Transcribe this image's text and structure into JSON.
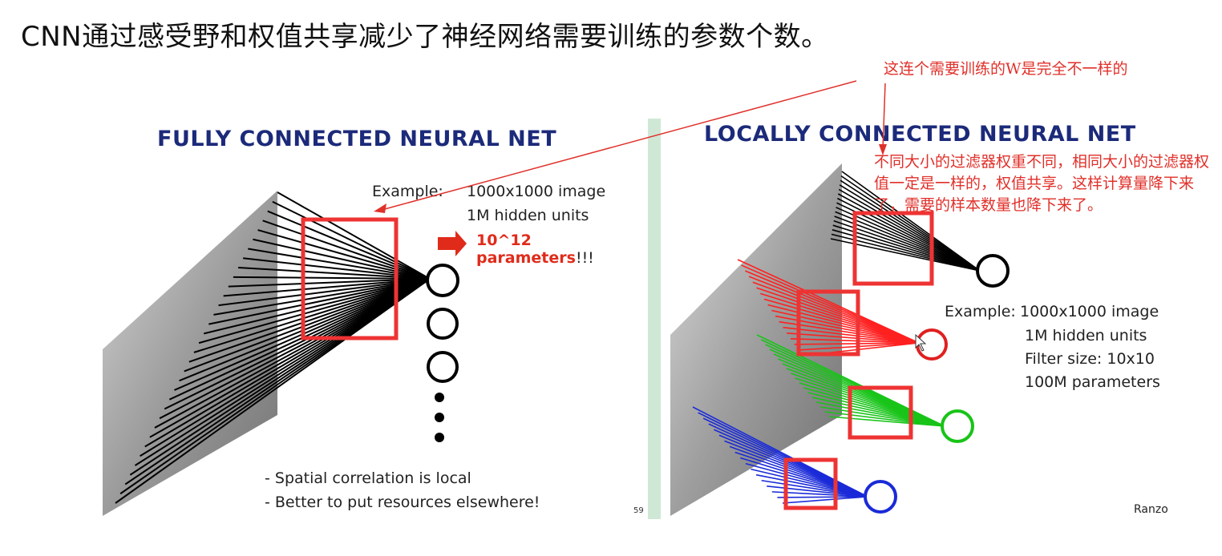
{
  "heading": "CNN通过感受野和权值共享减少了神经网络需要训练的参数个数。",
  "annotations": {
    "top_note": "这连个需要训练的W是完全不一样的",
    "side_note": "不同大小的过滤器权重不同，相同大小的过滤器权值一定是一样的，权值共享。这样计算量降下来了，需要的样本数量也降下来了。"
  },
  "left_slide": {
    "title": "FULLY CONNECTED NEURAL NET",
    "example_label": "Example:",
    "example_value": "1000x1000 image",
    "hidden_units": "1M hidden units",
    "parameters": "10^12 parameters",
    "parameters_suffix": "!!!",
    "bullet1": "- Spatial correlation is local",
    "bullet2": "- Better to put resources elsewhere!",
    "page_number": "59"
  },
  "right_slide": {
    "title": "LOCALLY CONNECTED NEURAL NET",
    "example_label": "Example:",
    "example_value": "1000x1000 image",
    "hidden_units": "1M hidden units",
    "filter_size": "Filter size: 10x10",
    "parameters": "100M parameters",
    "credit": "Ranzo"
  },
  "colors": {
    "annotation_red": "#e0302a",
    "title_blue": "#1c2a7a",
    "box_red": "#ee3333",
    "conn_red": "#ff2020",
    "conn_green": "#18c418",
    "conn_blue": "#1a2ad8"
  }
}
